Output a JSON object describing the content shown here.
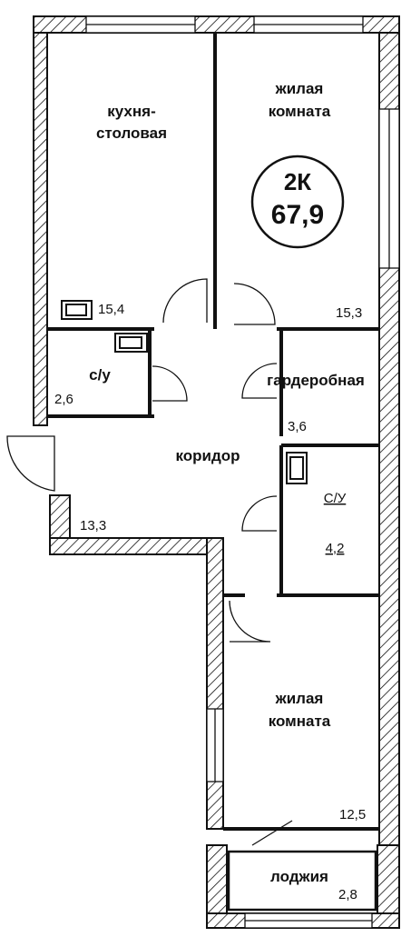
{
  "colors": {
    "wall": "#111111",
    "background": "#ffffff"
  },
  "badge": {
    "type": "2К",
    "total_area": "67,9"
  },
  "rooms": {
    "kitchen": {
      "name_line1": "кухня-",
      "name_line2": "столовая",
      "area": "15,4"
    },
    "living1": {
      "name_line1": "жилая",
      "name_line2": "комната",
      "area": "15,3"
    },
    "bath1": {
      "name": "с/у",
      "area": "2,6"
    },
    "wardrobe": {
      "name": "гардеробная",
      "area": "3,6"
    },
    "corridor": {
      "name": "коридор",
      "area": "13,3"
    },
    "bath2": {
      "name": "С/У",
      "area": "4,2"
    },
    "living2": {
      "name_line1": "жилая",
      "name_line2": "комната",
      "area": "12,5"
    },
    "loggia": {
      "name": "лоджия",
      "area": "2,8"
    }
  },
  "icons": [
    "sink-icon",
    "toilet-icon",
    "entry-door-icon",
    "window-icon"
  ]
}
